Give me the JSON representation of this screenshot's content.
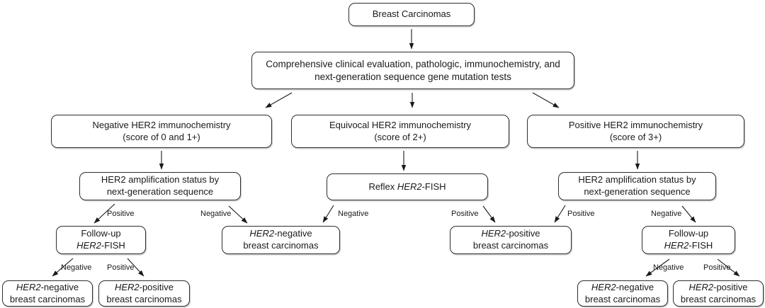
{
  "nodes": {
    "breast_carcinomas": {
      "label": "Breast Carcinomas"
    },
    "evaluation": {
      "line1": "Comprehensive clinical evaluation, pathologic, immunochemistry, and",
      "line2": "next-generation sequence gene mutation tests"
    },
    "negative_ihc": {
      "line1": "Negative HER2 immunochemistry",
      "line2": "(score of 0 and 1+)"
    },
    "equivocal_ihc": {
      "line1": "Equivocal HER2 immunochemistry",
      "line2": "(score of 2+)"
    },
    "positive_ihc": {
      "line1": "Positive HER2 immunochemistry",
      "line2": "(score of 3+)"
    },
    "ngs_status": {
      "line1": "HER2 amplification status by",
      "line2": "next-generation sequence"
    },
    "reflex_fish": {
      "prefix": "Reflex ",
      "gene": "HER2",
      "suffix": "-FISH"
    },
    "followup_fish": {
      "line1": "Follow-up",
      "gene": "HER2",
      "suffix": "-FISH"
    },
    "her2_negative": {
      "gene": "HER2",
      "suffix": "-negative",
      "line2": "breast carcinomas"
    },
    "her2_positive": {
      "gene": "HER2",
      "suffix": "-positive",
      "line2": "breast carcinomas"
    }
  },
  "edges": [
    {
      "from": "breast-carcinomas",
      "to": "comprehensive-evaluation",
      "label": ""
    },
    {
      "from": "comprehensive-evaluation",
      "to": "negative-her2-ihc",
      "label": ""
    },
    {
      "from": "comprehensive-evaluation",
      "to": "equivocal-her2-ihc",
      "label": ""
    },
    {
      "from": "comprehensive-evaluation",
      "to": "positive-her2-ihc",
      "label": ""
    },
    {
      "from": "negative-her2-ihc",
      "to": "ngs-status-left",
      "label": ""
    },
    {
      "from": "equivocal-her2-ihc",
      "to": "reflex-her2-fish",
      "label": ""
    },
    {
      "from": "positive-her2-ihc",
      "to": "ngs-status-right",
      "label": ""
    },
    {
      "from": "ngs-status-left",
      "to": "followup-fish-left",
      "label": "Positive"
    },
    {
      "from": "ngs-status-left",
      "to": "her2-negative-mid",
      "label": "Negative"
    },
    {
      "from": "reflex-her2-fish",
      "to": "her2-negative-mid",
      "label": "Negative"
    },
    {
      "from": "reflex-her2-fish",
      "to": "her2-positive-mid",
      "label": "Positive"
    },
    {
      "from": "ngs-status-right",
      "to": "her2-positive-mid",
      "label": "Positive"
    },
    {
      "from": "ngs-status-right",
      "to": "followup-fish-right",
      "label": "Negative"
    },
    {
      "from": "followup-fish-left",
      "to": "her2-negative-bottom-left",
      "label": "Negative"
    },
    {
      "from": "followup-fish-left",
      "to": "her2-positive-bottom-left",
      "label": "Positive"
    },
    {
      "from": "followup-fish-right",
      "to": "her2-negative-bottom-right",
      "label": "Negative"
    },
    {
      "from": "followup-fish-right",
      "to": "her2-positive-bottom-right",
      "label": "Positive"
    }
  ]
}
